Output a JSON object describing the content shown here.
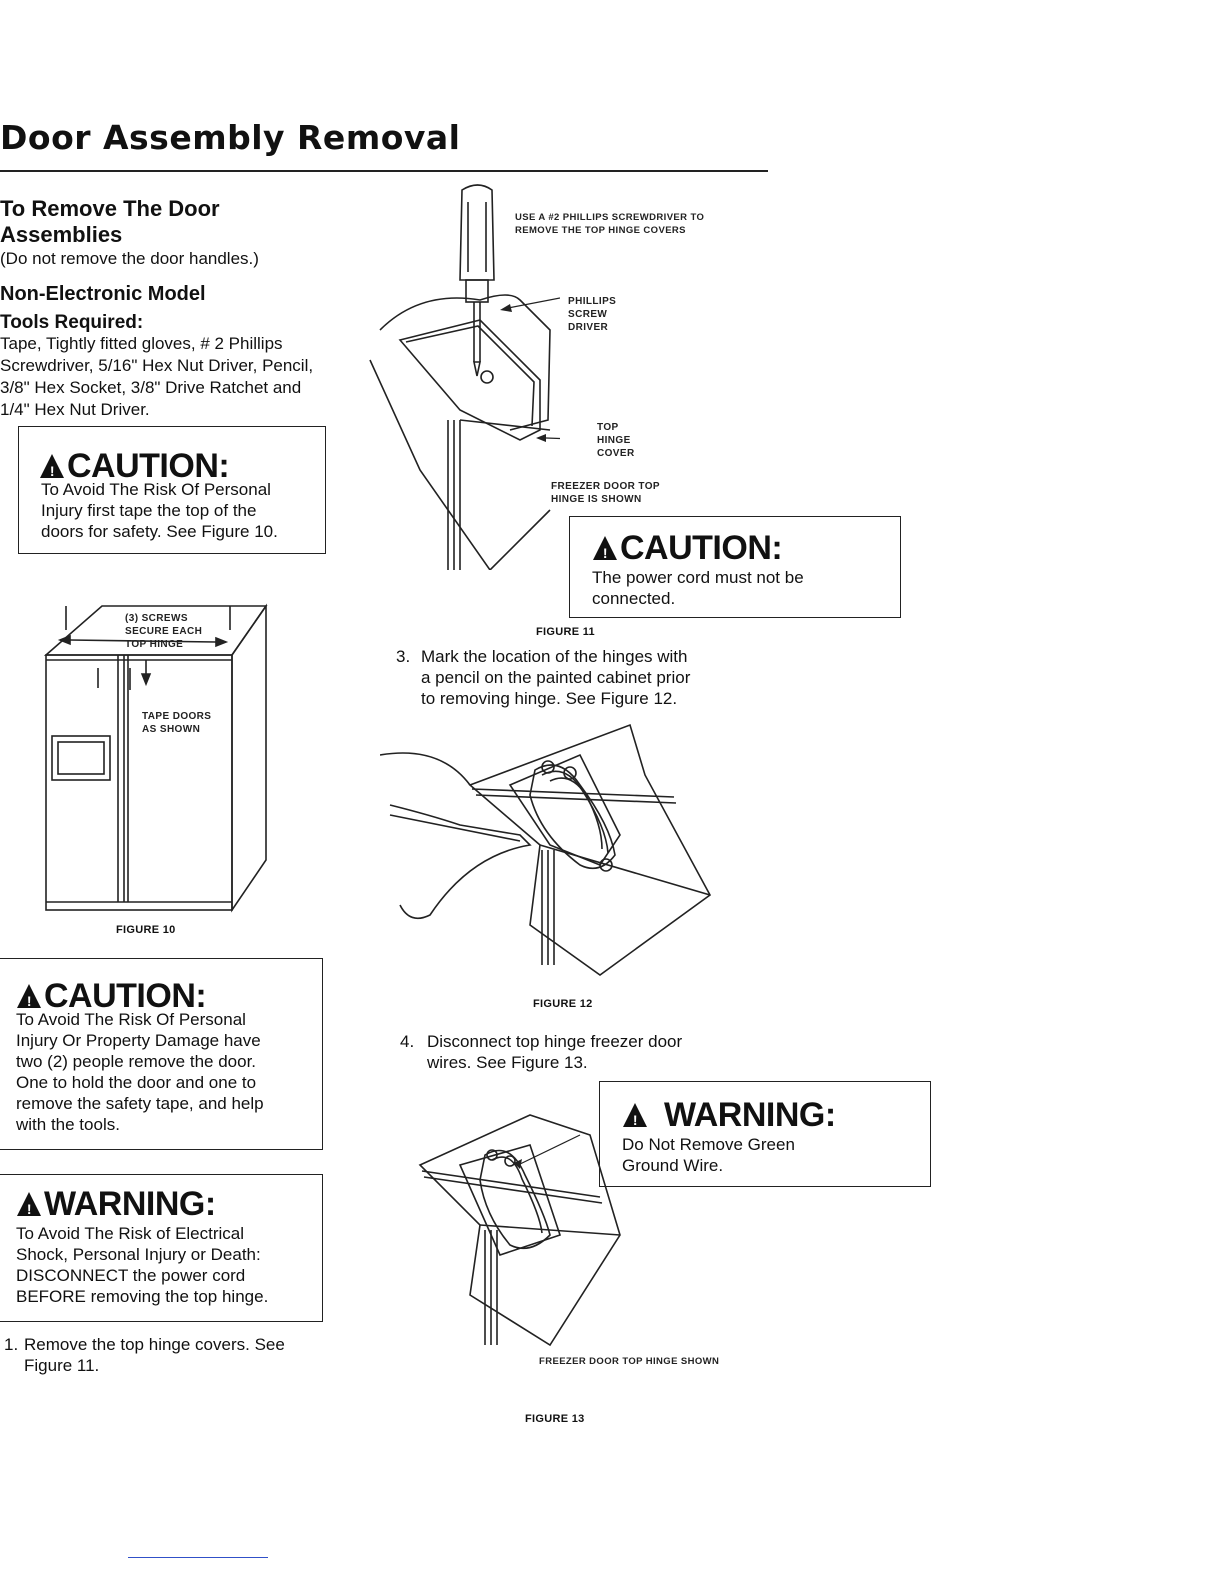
{
  "page": {
    "title": "Door Assembly Removal",
    "section_title_line1": "To Remove The Door",
    "section_title_line2": "Assemblies",
    "note": "(Do not remove the door handles.)",
    "model_heading": "Non-Electronic Model",
    "tools_heading": "Tools Required:",
    "tools_lines": [
      "Tape, Tightly fitted gloves, # 2 Phillips",
      "Screwdriver, 5/16\" Hex Nut Driver, Pencil,",
      "3/8\" Hex Socket, 3/8\" Drive Ratchet and",
      "1/4\" Hex Nut Driver."
    ]
  },
  "caution_1": {
    "heading": "CAUTION:",
    "lines": [
      "To Avoid The Risk Of Personal",
      "Injury first tape the top of the",
      "doors for safety. See Figure 10."
    ]
  },
  "figure_10": {
    "caption": "FIGURE 10",
    "label_screws": [
      "(3) SCREWS",
      "SECURE EACH",
      "TOP HINGE"
    ],
    "label_tape": [
      "TAPE DOORS",
      "AS SHOWN"
    ]
  },
  "caution_2": {
    "heading": "CAUTION:",
    "lines": [
      "To Avoid The Risk Of Personal",
      "Injury Or Property Damage have",
      "two (2) people remove the door.",
      "One to hold the door and one to",
      "remove the safety tape, and help",
      "with the tools."
    ]
  },
  "warning_1": {
    "heading": "WARNING:",
    "lines": [
      "To Avoid The Risk of Electrical",
      "Shock, Personal Injury or Death:",
      "DISCONNECT the power cord",
      "BEFORE removing the top hinge."
    ]
  },
  "step_1": {
    "number": "1.",
    "lines": [
      "Remove the top hinge covers. See",
      "Figure 11."
    ]
  },
  "figure_11": {
    "caption": "FIGURE 11",
    "label_use": [
      "USE A #2 PHILLIPS SCREWDRIVER TO",
      "REMOVE THE TOP HINGE COVERS"
    ],
    "label_phillips": [
      "PHILLIPS",
      "SCREW",
      "DRIVER"
    ],
    "label_cover": [
      "TOP",
      "HINGE",
      "COVER"
    ],
    "label_freezer": [
      "FREEZER DOOR TOP",
      "HINGE IS SHOWN"
    ]
  },
  "caution_3": {
    "heading": "CAUTION:",
    "lines": [
      "The power cord must not be",
      "connected."
    ]
  },
  "step_3": {
    "number": "3.",
    "lines": [
      "Mark the location of the hinges with",
      "a pencil on the painted cabinet prior",
      "to removing hinge. See Figure 12."
    ]
  },
  "figure_12": {
    "caption": "FIGURE 12"
  },
  "step_4": {
    "number": "4.",
    "lines": [
      "Disconnect top hinge freezer door",
      "wires. See Figure 13."
    ]
  },
  "warning_2": {
    "heading": "WARNING:",
    "lines": [
      "Do Not Remove Green",
      "Ground Wire."
    ]
  },
  "figure_13": {
    "caption": "FIGURE 13",
    "label_freezer": "FREEZER DOOR TOP HINGE SHOWN"
  }
}
